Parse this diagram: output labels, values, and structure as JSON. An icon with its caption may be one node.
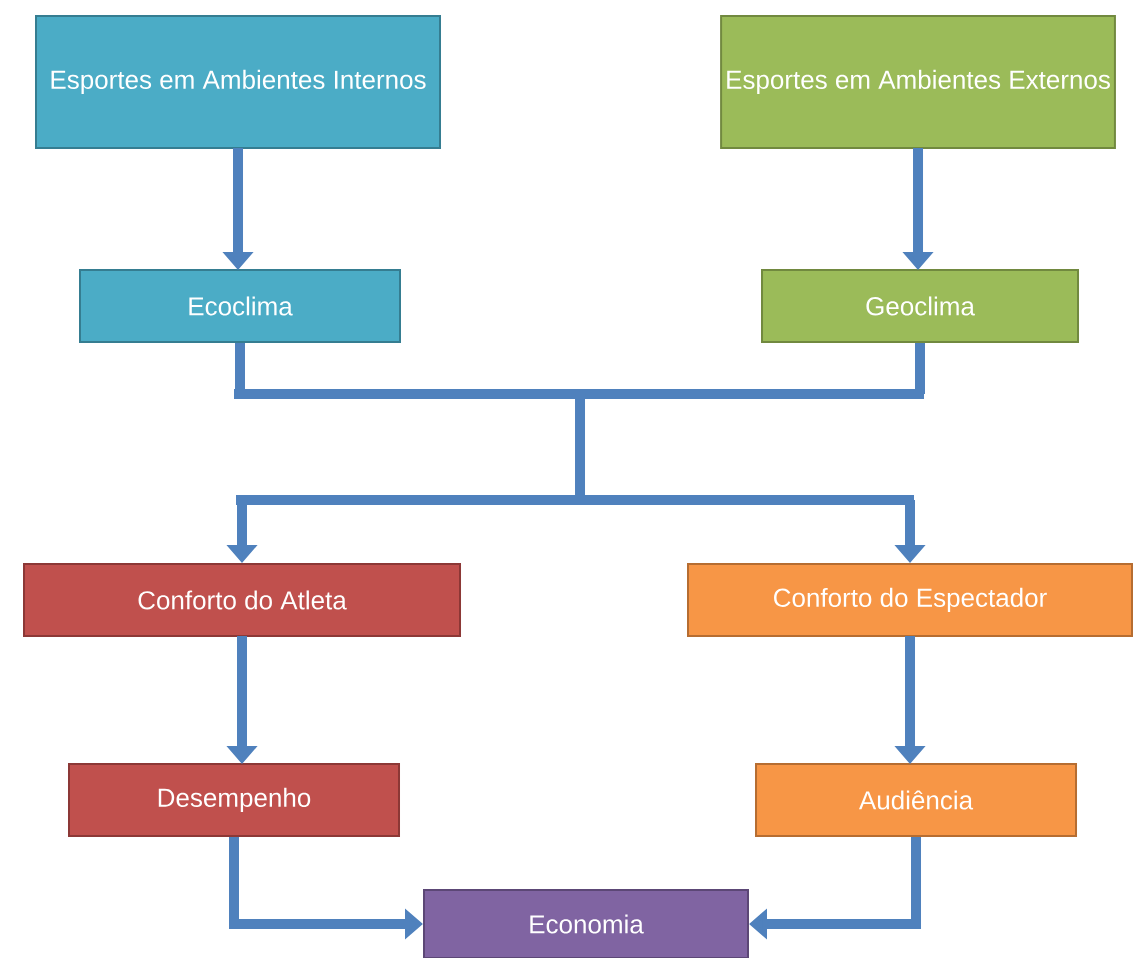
{
  "diagram": {
    "nodes": [
      {
        "text": [
          "Esportes em Ambientes Internos"
        ]
      },
      {
        "text": [
          "Esportes em Ambientes Externos"
        ]
      },
      {
        "text": [
          "Ecoclima"
        ]
      },
      {
        "text": [
          "Geoclima"
        ]
      },
      {
        "text": [
          "Conforto do Atleta"
        ]
      },
      {
        "text": [
          "Conforto do Espectador"
        ]
      },
      {
        "text": [
          "Desempenho"
        ]
      },
      {
        "text": [
          "Audiência"
        ]
      },
      {
        "text": [
          "Economia"
        ]
      }
    ],
    "edges": [
      {
        "from": 0,
        "to": 2,
        "arrow": "to"
      },
      {
        "from": 1,
        "to": 3,
        "arrow": "to"
      },
      {
        "from": 2,
        "to": 4,
        "arrow": "to"
      },
      {
        "from": 2,
        "to": 5,
        "arrow": "to"
      },
      {
        "from": 3,
        "to": 4,
        "arrow": "to"
      },
      {
        "from": 3,
        "to": 5,
        "arrow": "to"
      },
      {
        "from": 4,
        "to": 6,
        "arrow": "to"
      },
      {
        "from": 5,
        "to": 7,
        "arrow": "to"
      },
      {
        "from": 6,
        "to": 8,
        "arrow": "to"
      },
      {
        "from": 7,
        "to": 8,
        "arrow": "to"
      }
    ]
  }
}
